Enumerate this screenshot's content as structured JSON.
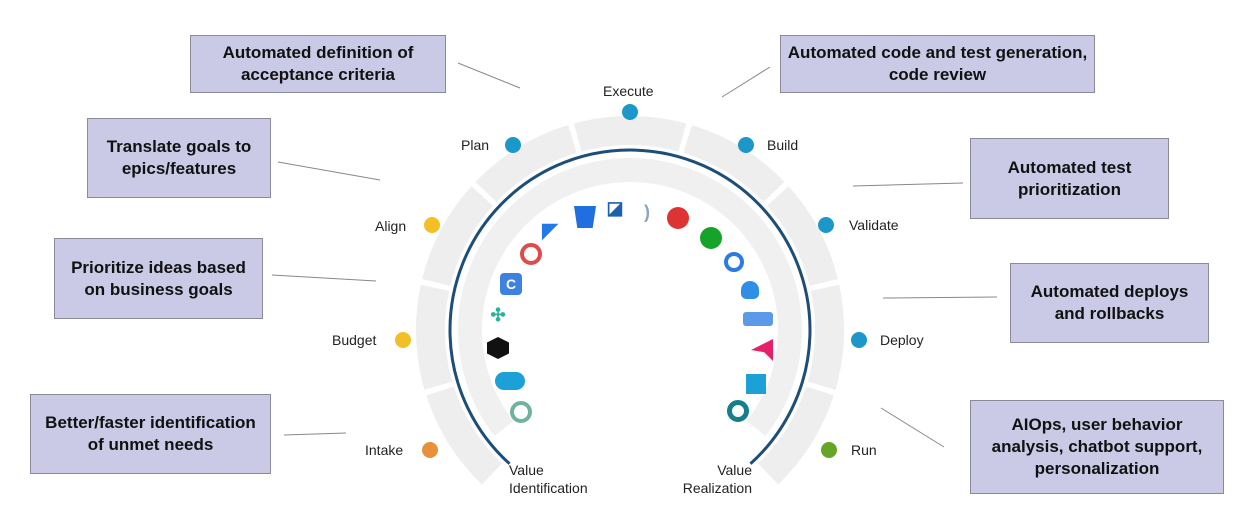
{
  "stages": [
    {
      "label": "Execute",
      "color": "#1b98c9"
    },
    {
      "label": "Plan",
      "color": "#1b98c9"
    },
    {
      "label": "Build",
      "color": "#1b98c9"
    },
    {
      "label": "Align",
      "color": "#f2bf26"
    },
    {
      "label": "Validate",
      "color": "#1b98c9"
    },
    {
      "label": "Budget",
      "color": "#f2bf26"
    },
    {
      "label": "Deploy",
      "color": "#1b98c9"
    },
    {
      "label": "Intake",
      "color": "#e8903a"
    },
    {
      "label": "Run",
      "color": "#66a626"
    }
  ],
  "value_labels": {
    "left_line1": "Value",
    "left_line2": "Identification",
    "right_line1": "Value",
    "right_line2": "Realization"
  },
  "callouts": [
    {
      "text": "Automated definition of acceptance criteria"
    },
    {
      "text": "Translate goals to epics/features"
    },
    {
      "text": "Prioritize ideas based on business goals"
    },
    {
      "text": "Better/faster identification of unmet needs"
    },
    {
      "text": "Automated code and test generation, code review"
    },
    {
      "text": "Automated test prioritization"
    },
    {
      "text": "Automated deploys and rollbacks"
    },
    {
      "text": "AIOps, user behavior analysis, chatbot support, personalization"
    }
  ],
  "colors": {
    "ring": "#eeeeee",
    "arc": "#1d4e79",
    "box": "#cacae6"
  }
}
